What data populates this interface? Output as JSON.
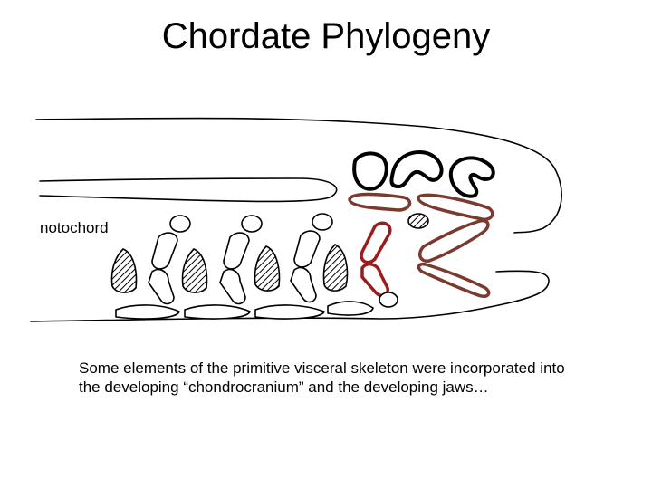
{
  "slide": {
    "title": "Chordate Phylogeny",
    "notochord_label": "notochord",
    "caption": "Some elements of the primitive visceral skeleton were incorporated into the developing “chondrocranium” and the developing jaws…"
  },
  "diagram": {
    "colors": {
      "outline": "#000000",
      "chondrocranium_elements": "#7a3b2e",
      "jaw_elements": "#9b1c1c"
    },
    "gill_arch_count": 3
  }
}
